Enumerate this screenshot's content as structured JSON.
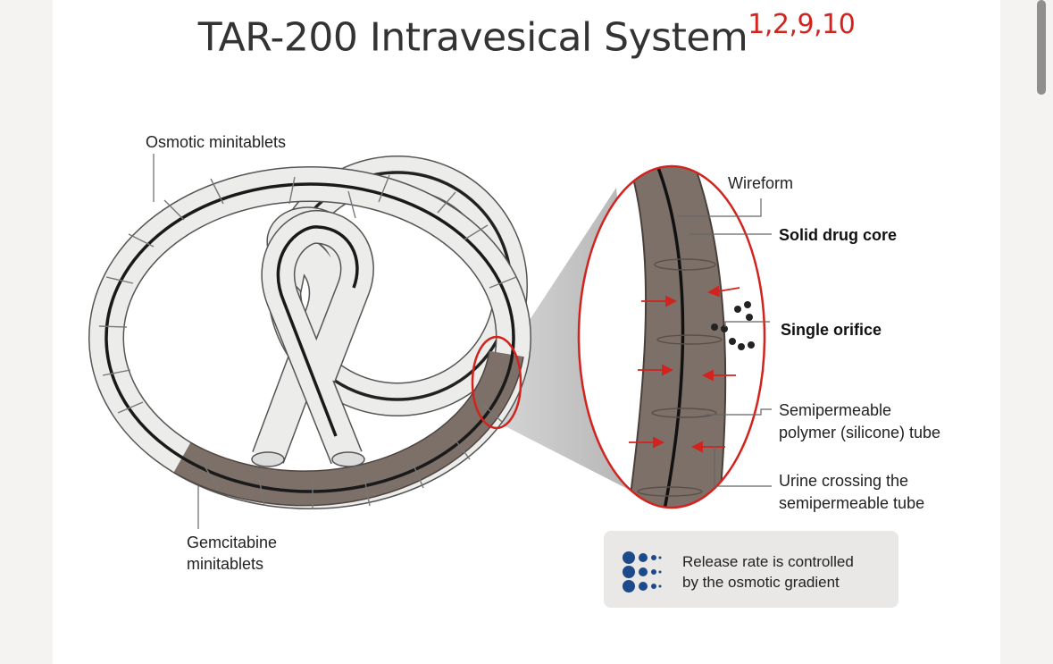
{
  "title": {
    "text": "TAR-200 Intravesical System",
    "refs": "1,2,9,10"
  },
  "labels": {
    "osmotic": "Osmotic minitablets",
    "gemcitabine_1": "Gemcitabine",
    "gemcitabine_2": "minitablets",
    "wireform": "Wireform",
    "solid_core": "Solid drug core",
    "orifice": "Single orifice",
    "semi_1": "Semipermeable",
    "semi_2": "polymer (silicone) tube",
    "urine_1": "Urine crossing the",
    "urine_2": "semipermeable tube"
  },
  "legend": {
    "line_1": "Release rate is controlled",
    "line_2": "by the osmotic gradient"
  },
  "colors": {
    "accent": "#d2231e",
    "drug": "#7d7068",
    "tube": "#ececea",
    "legend_dots": "#1c4a8a"
  }
}
